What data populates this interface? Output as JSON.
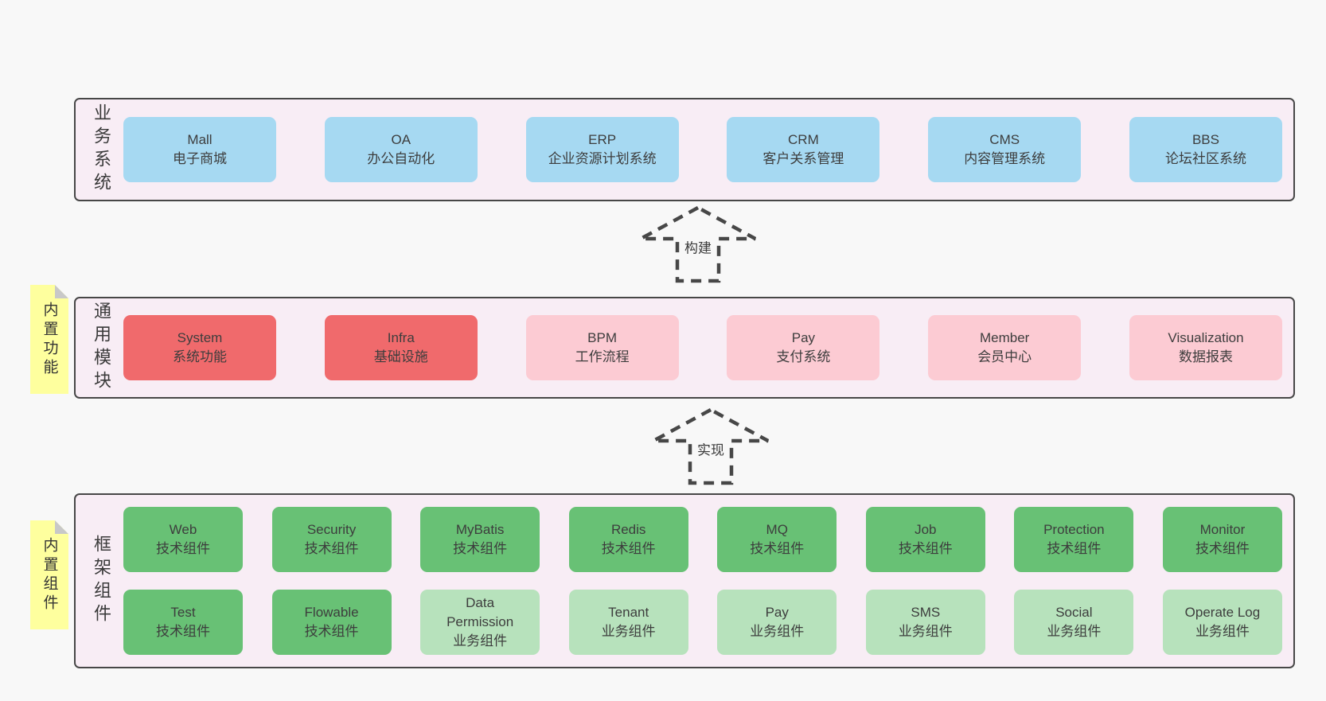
{
  "colors": {
    "blue": "#a6d9f2",
    "red": "#f06a6c",
    "pink": "#fccbd3",
    "green": "#68c175",
    "green_light": "#b7e2bc",
    "layer_fill": "#f8edf5",
    "sticky": "#feff9e",
    "border": "#474747",
    "page_bg": "#f8f8f8"
  },
  "stickies": [
    {
      "text": "内置功能"
    },
    {
      "text": "内置组件"
    }
  ],
  "arrows": [
    {
      "label": "构建"
    },
    {
      "label": "实现"
    }
  ],
  "layers": [
    {
      "id": "business",
      "label": "业务系统",
      "rows": [
        [
          {
            "title": "Mall",
            "subtitle": "电子商城",
            "variant": "blue"
          },
          {
            "title": "OA",
            "subtitle": "办公自动化",
            "variant": "blue"
          },
          {
            "title": "ERP",
            "subtitle": "企业资源计划系统",
            "variant": "blue"
          },
          {
            "title": "CRM",
            "subtitle": "客户关系管理",
            "variant": "blue"
          },
          {
            "title": "CMS",
            "subtitle": "内容管理系统",
            "variant": "blue"
          },
          {
            "title": "BBS",
            "subtitle": "论坛社区系统",
            "variant": "blue"
          }
        ]
      ]
    },
    {
      "id": "modules",
      "label": "通用模块",
      "rows": [
        [
          {
            "title": "System",
            "subtitle": "系统功能",
            "variant": "red"
          },
          {
            "title": "Infra",
            "subtitle": "基础设施",
            "variant": "red"
          },
          {
            "title": "BPM",
            "subtitle": "工作流程",
            "variant": "pink"
          },
          {
            "title": "Pay",
            "subtitle": "支付系统",
            "variant": "pink"
          },
          {
            "title": "Member",
            "subtitle": "会员中心",
            "variant": "pink"
          },
          {
            "title": "Visualization",
            "subtitle": "数据报表",
            "variant": "pink"
          }
        ]
      ]
    },
    {
      "id": "components",
      "label": "框架组件",
      "rows": [
        [
          {
            "title": "Web",
            "subtitle": "技术组件",
            "variant": "green"
          },
          {
            "title": "Security",
            "subtitle": "技术组件",
            "variant": "green"
          },
          {
            "title": "MyBatis",
            "subtitle": "技术组件",
            "variant": "green"
          },
          {
            "title": "Redis",
            "subtitle": "技术组件",
            "variant": "green"
          },
          {
            "title": "MQ",
            "subtitle": "技术组件",
            "variant": "green"
          },
          {
            "title": "Job",
            "subtitle": "技术组件",
            "variant": "green"
          },
          {
            "title": "Protection",
            "subtitle": "技术组件",
            "variant": "green"
          },
          {
            "title": "Monitor",
            "subtitle": "技术组件",
            "variant": "green"
          }
        ],
        [
          {
            "title": "Test",
            "subtitle": "技术组件",
            "variant": "green"
          },
          {
            "title": "Flowable",
            "subtitle": "技术组件",
            "variant": "green"
          },
          {
            "title": "Data Permission",
            "subtitle": "业务组件",
            "variant": "green-light"
          },
          {
            "title": "Tenant",
            "subtitle": "业务组件",
            "variant": "green-light"
          },
          {
            "title": "Pay",
            "subtitle": "业务组件",
            "variant": "green-light"
          },
          {
            "title": "SMS",
            "subtitle": "业务组件",
            "variant": "green-light"
          },
          {
            "title": "Social",
            "subtitle": "业务组件",
            "variant": "green-light"
          },
          {
            "title": "Operate Log",
            "subtitle": "业务组件",
            "variant": "green-light"
          }
        ]
      ]
    }
  ]
}
